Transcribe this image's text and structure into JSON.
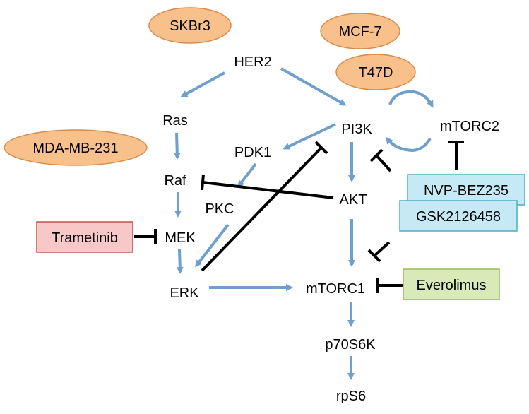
{
  "nodes": {
    "her2": "HER2",
    "ras": "Ras",
    "raf": "Raf",
    "mek": "MEK",
    "erk": "ERK",
    "pi3k": "PI3K",
    "pdk1": "PDK1",
    "pkc": "PKC",
    "akt": "AKT",
    "mtorc1": "mTORC1",
    "mtorc2": "mTORC2",
    "p70s6k": "p70S6K",
    "rps6": "rpS6"
  },
  "cell_lines": {
    "skbr3": "SKBr3",
    "mcf7": "MCF-7",
    "t47d": "T47D",
    "mda_mb_231": "MDA-MB-231"
  },
  "drugs": {
    "trametinib": "Trametinib",
    "nvp_bez235": "NVP-BEZ235",
    "gsk2126458": "GSK2126458",
    "everolimus": "Everolimus"
  },
  "colors": {
    "activation_arrow": "#6f9fcf",
    "inhibition_line": "#000000",
    "cell_line_fill": "#f8c08a",
    "cell_line_stroke": "#d98c4a",
    "trametinib_fill": "#f8c8c8",
    "trametinib_stroke": "#c0504d",
    "pi3k_mtor_inhibitor_fill": "#c6eaf5",
    "pi3k_mtor_inhibitor_stroke": "#4bacc6",
    "everolimus_fill": "#d7eab8",
    "everolimus_stroke": "#9bbb59"
  }
}
